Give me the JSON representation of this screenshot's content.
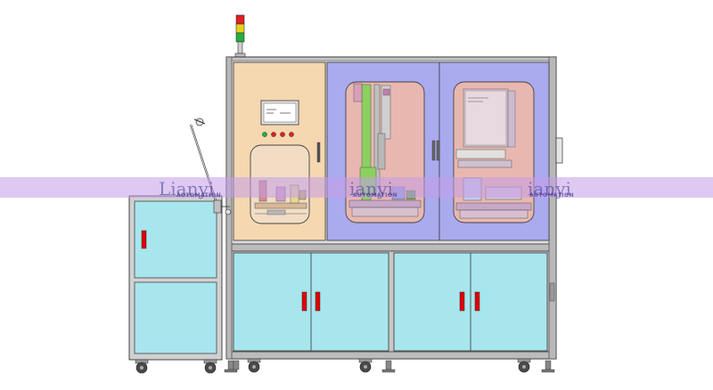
{
  "watermark": {
    "brand": "Lianyi",
    "brand_short": "ianyi",
    "tagline": "AUTOMATION"
  },
  "colors": {
    "outline": "#3a3a3a",
    "frame": "#b5b5b5",
    "left_door": "#f5d7b0",
    "middle_doors": "#aaaaee",
    "window_inner": "#e8b8b0",
    "cabinet": "#a8e6ee",
    "handle": "#e00000",
    "watermark_band": "#c59ce8",
    "tower_red": "#e02020",
    "tower_yellow": "#e8d020",
    "tower_green": "#20b040",
    "mechanism_green": "#8cd060"
  },
  "icons": [
    "signal-tower-icon",
    "hmi-touchscreen-icon",
    "caster-wheel-icon",
    "door-handle-icon"
  ]
}
